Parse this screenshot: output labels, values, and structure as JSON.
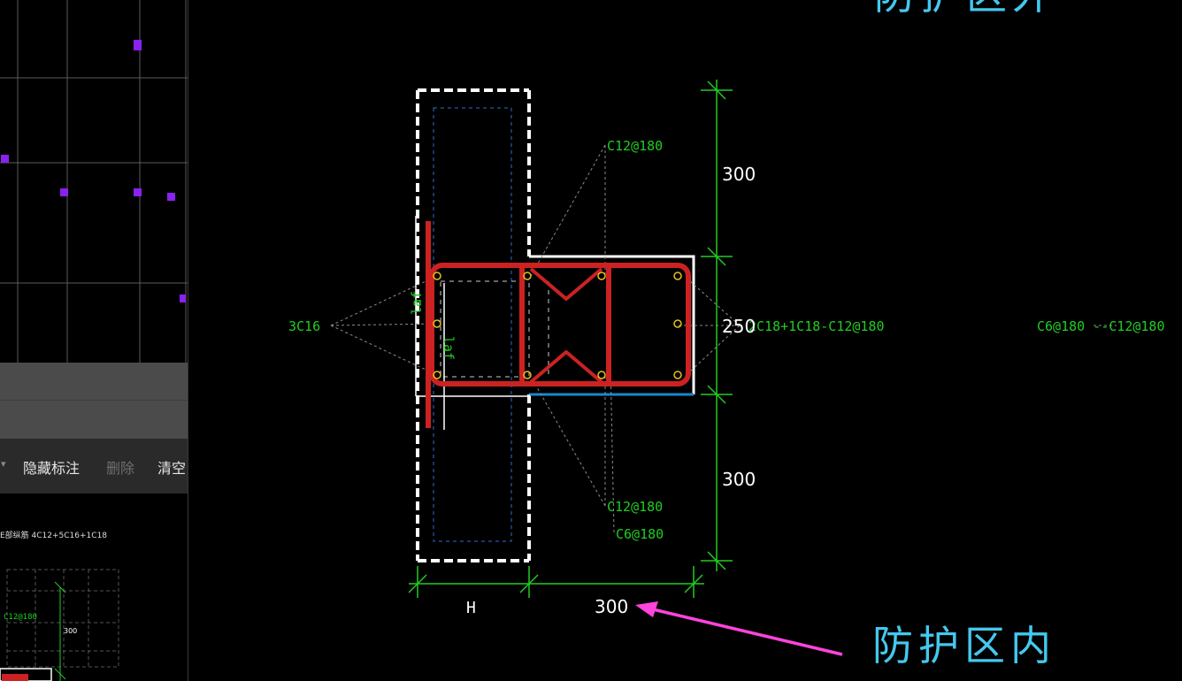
{
  "canvas": {
    "background": "#000000"
  },
  "colors": {
    "dimension_green": "#22cc22",
    "rebar_red": "#cc2222",
    "wall_white": "#ffffff",
    "leader_gray": "#8a8a8a",
    "accent_cyan": "#1a88cc",
    "arrow_magenta": "#ff44dd",
    "grid_node_purple": "#8822ee",
    "label_cyan": "#44c8ee",
    "bar_node_yellow": "#e8c020"
  },
  "top_caption": {
    "text": "防护区外"
  },
  "bottom_caption": {
    "text": "防护区内"
  },
  "left_panel": {
    "toolbar": {
      "hide_annotation": "隐藏标注",
      "delete": "删除",
      "clear": "清空"
    },
    "preview": {
      "rebar_label": "E部纵筋  4C12+5C16+1C18",
      "spec_label": "C12@180",
      "dim_label": "300"
    }
  },
  "drawing": {
    "labels": {
      "top_stirrup": "C12@180",
      "bottom_stirrup": "C12@180",
      "bottom_tie": "C6@180",
      "left_rebar": "3C16",
      "right_rebar": "2C18+1C18-C12@180",
      "far_right_rebar": "C6@180 --C12@180",
      "anchorage_1": "laf",
      "anchorage_2": "laf"
    },
    "dimensions": {
      "right_upper": "300",
      "right_middle": "250",
      "right_lower": "300",
      "bottom_left": "H",
      "bottom_right": "300"
    }
  }
}
